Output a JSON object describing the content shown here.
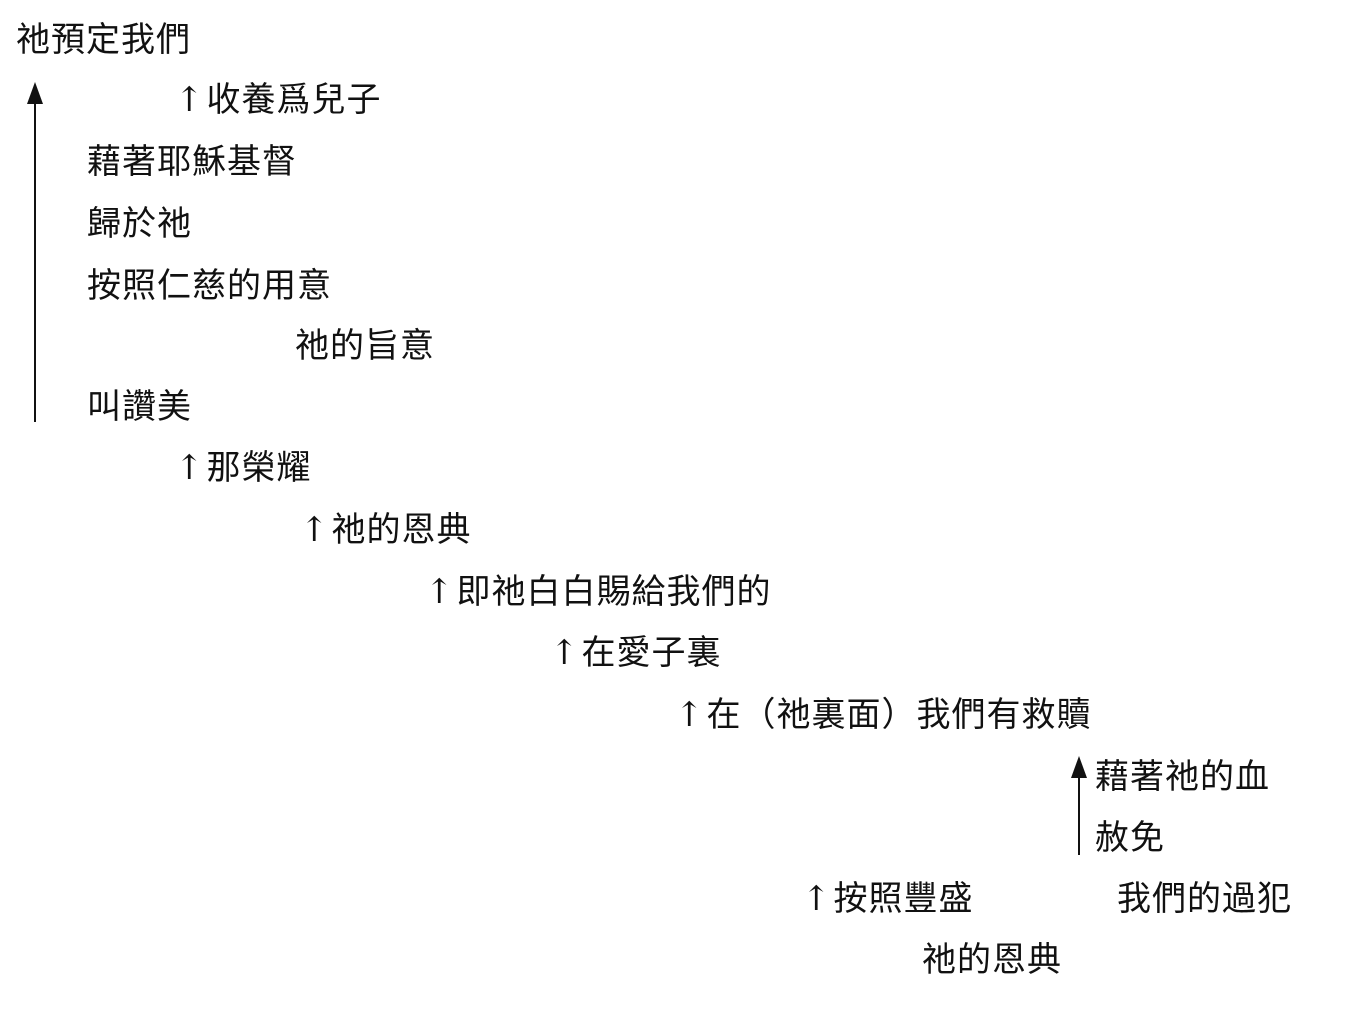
{
  "diagram": {
    "lines": [
      {
        "id": "l1",
        "arrow": "",
        "text": "祂預定我們"
      },
      {
        "id": "l2",
        "arrow": "↑",
        "text": "收養爲兒子"
      },
      {
        "id": "l3",
        "arrow": "",
        "text": "藉著耶穌基督"
      },
      {
        "id": "l4",
        "arrow": "",
        "text": "歸於祂"
      },
      {
        "id": "l5",
        "arrow": "",
        "text": "按照仁慈的用意"
      },
      {
        "id": "l6",
        "arrow": "",
        "text": "祂的旨意"
      },
      {
        "id": "l7",
        "arrow": "",
        "text": "叫讚美"
      },
      {
        "id": "l8",
        "arrow": "↑",
        "text": "那榮耀"
      },
      {
        "id": "l9",
        "arrow": "↑",
        "text": "祂的恩典"
      },
      {
        "id": "l10",
        "arrow": "↑",
        "text": "即祂白白賜給我們的"
      },
      {
        "id": "l11",
        "arrow": "↑",
        "text": "在愛子裏"
      },
      {
        "id": "l12",
        "arrow": "↑",
        "text": "在（祂裏面）我們有救贖"
      },
      {
        "id": "l13",
        "arrow": "",
        "text": "藉著祂的血"
      },
      {
        "id": "l14",
        "arrow": "",
        "text": "赦免"
      },
      {
        "id": "l15",
        "arrow": "↑",
        "text": "按照豐盛"
      },
      {
        "id": "l16",
        "arrow": "",
        "text": "我們的過犯"
      },
      {
        "id": "l17",
        "arrow": "",
        "text": "祂的恩典"
      }
    ]
  }
}
